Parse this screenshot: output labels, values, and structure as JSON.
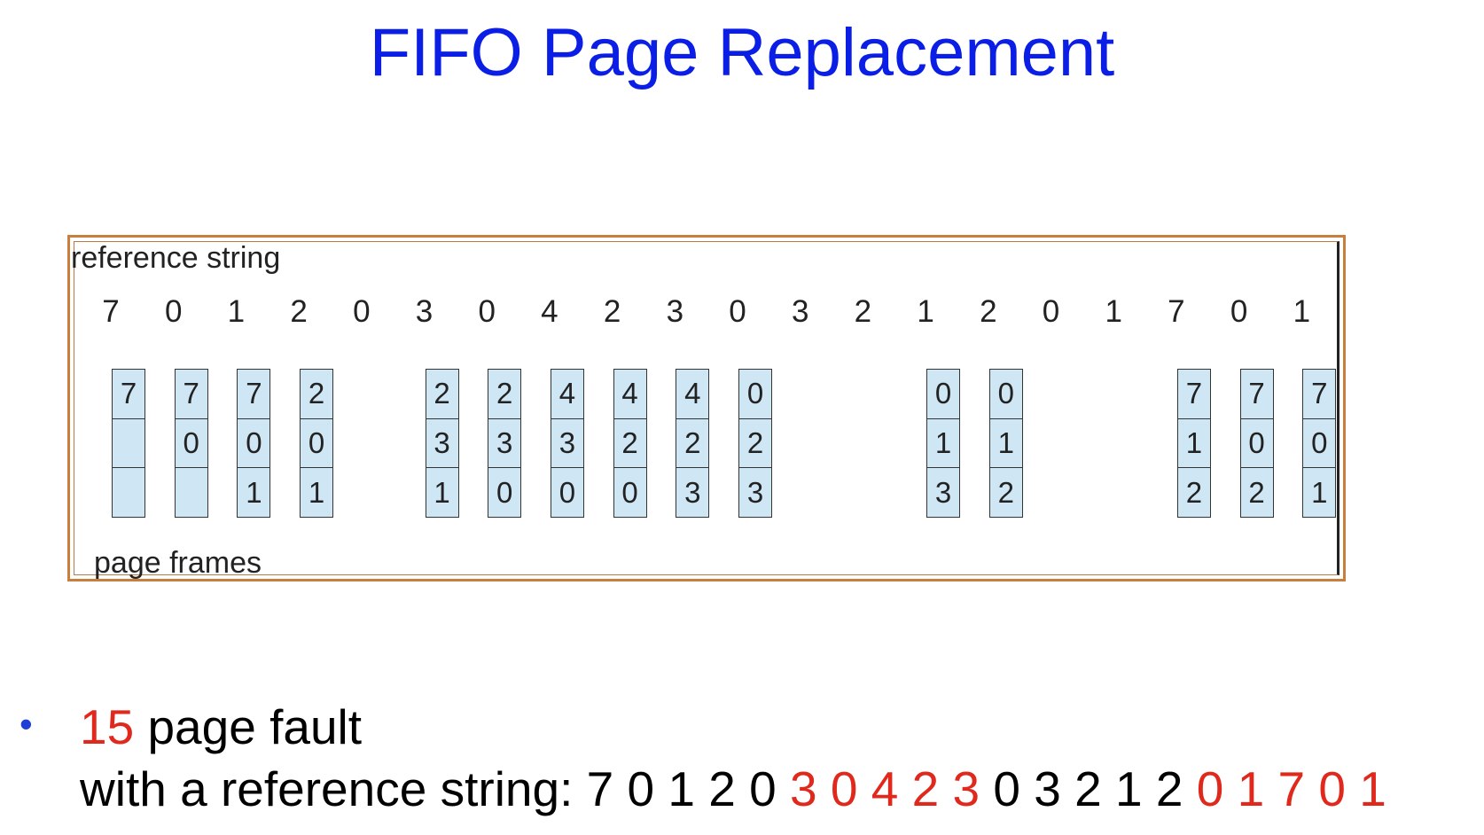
{
  "title": "FIFO Page Replacement",
  "colors": {
    "title": "#0a1ee6",
    "bullet": "#1f3fd6",
    "fault": "#e0291c",
    "normal": "#000000"
  },
  "diagram": {
    "reference_label": "reference string",
    "frames_label": "page frames",
    "reference_string": [
      "7",
      "0",
      "1",
      "2",
      "0",
      "3",
      "0",
      "4",
      "2",
      "3",
      "0",
      "3",
      "2",
      "1",
      "2",
      "0",
      "1",
      "7",
      "0",
      "1"
    ],
    "frame_columns": [
      {
        "frames": [
          "7",
          "",
          ""
        ]
      },
      {
        "frames": [
          "7",
          "0",
          ""
        ]
      },
      {
        "frames": [
          "7",
          "0",
          "1"
        ]
      },
      {
        "frames": [
          "2",
          "0",
          "1"
        ]
      },
      {
        "frames": [
          "2",
          "3",
          "1"
        ]
      },
      {
        "frames": [
          "2",
          "3",
          "0"
        ]
      },
      {
        "frames": [
          "4",
          "3",
          "0"
        ]
      },
      {
        "frames": [
          "4",
          "2",
          "0"
        ]
      },
      {
        "frames": [
          "4",
          "2",
          "3"
        ]
      },
      {
        "frames": [
          "0",
          "2",
          "3"
        ]
      },
      {
        "frames": [
          "0",
          "1",
          "3"
        ]
      },
      {
        "frames": [
          "0",
          "1",
          "2"
        ]
      },
      {
        "frames": [
          "7",
          "1",
          "2"
        ]
      },
      {
        "frames": [
          "7",
          "0",
          "2"
        ]
      },
      {
        "frames": [
          "7",
          "0",
          "1"
        ]
      }
    ]
  },
  "summary": {
    "bullet": "•",
    "fault_count": "15",
    "fault_text": " page fault",
    "prefix": "with a reference string: ",
    "sequence": [
      {
        "text": "7 0 1 2 0 ",
        "highlight": false
      },
      {
        "text": "3 0 4 2 3 ",
        "highlight": true
      },
      {
        "text": "0 3 2 1 2 ",
        "highlight": false
      },
      {
        "text": "0 1 7 0 1",
        "highlight": true
      }
    ]
  }
}
